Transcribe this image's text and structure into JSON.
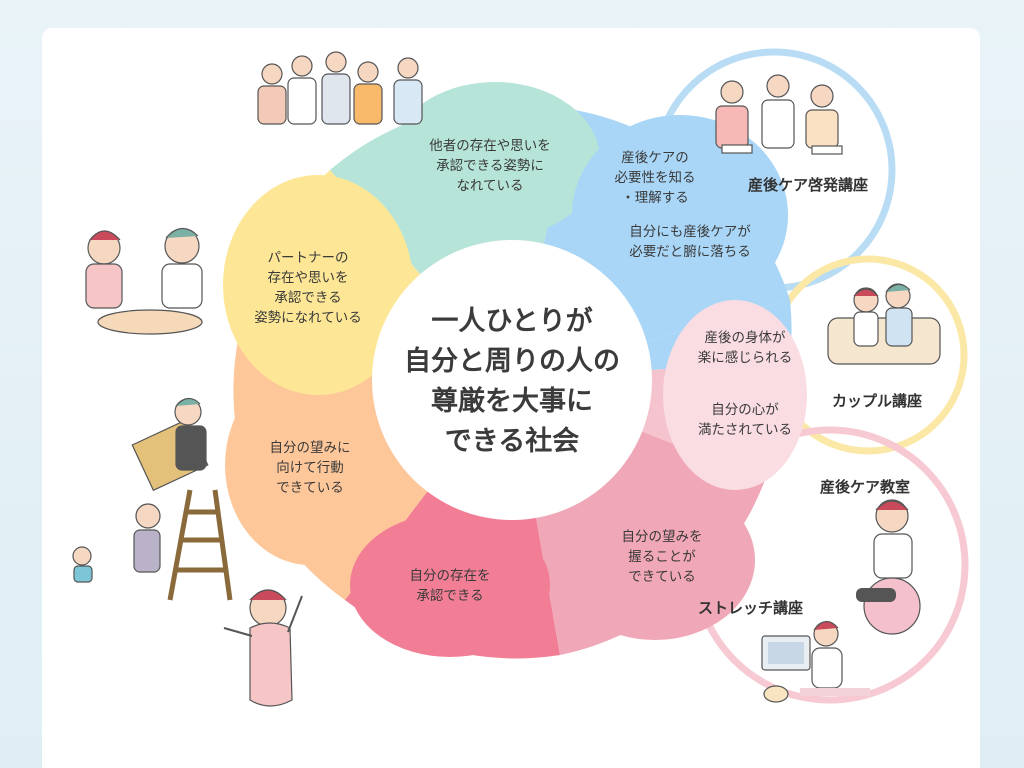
{
  "center": {
    "lines": [
      "一人ひとりが",
      "自分と周りの人の",
      "尊厳を大事に",
      "できる社会"
    ]
  },
  "segments": [
    {
      "id": "others",
      "color": "#b6e4d8",
      "lines": [
        "他者の存在や思いを",
        "承認できる姿勢に",
        "なれている"
      ]
    },
    {
      "id": "postpartum-knowledge",
      "color": "#a9d6f7",
      "lines": [
        "産後ケアの",
        "必要性を知る",
        "・理解する"
      ]
    },
    {
      "id": "self-acceptance",
      "color": "#a9d6f7",
      "lines": [
        "自分にも産後ケアが",
        "必要だと腑に落ちる"
      ]
    },
    {
      "id": "body",
      "color": "#f5c3cd",
      "lines": [
        "産後の身体が",
        "楽に感じられる"
      ]
    },
    {
      "id": "heart",
      "color": "#f5c3cd",
      "lines": [
        "自分の心が",
        "満たされている"
      ]
    },
    {
      "id": "grasp-wish",
      "color": "#f0a7b7",
      "lines": [
        "自分の望みを",
        "握ることが",
        "できている"
      ]
    },
    {
      "id": "self-existence",
      "color": "#f27e95",
      "lines": [
        "自分の存在を",
        "承認できる"
      ]
    },
    {
      "id": "act-wish",
      "color": "#fdc79a",
      "lines": [
        "自分の望みに",
        "向けて行動",
        "できている"
      ]
    },
    {
      "id": "partner",
      "color": "#fde796",
      "lines": [
        "パートナーの",
        "存在や思いを",
        "承認できる",
        "姿勢になれている"
      ]
    }
  ],
  "courses": [
    {
      "id": "awareness",
      "label": "産後ケア啓発講座",
      "ring_color": "#b9dcf5"
    },
    {
      "id": "couple",
      "label": "カップル講座",
      "ring_color": "#fbe8a6"
    },
    {
      "id": "class",
      "label": "産後ケア教室",
      "ring_color": "#f7c9d2"
    },
    {
      "id": "stretch",
      "label": "ストレッチ講座",
      "ring_color": "#f7c9d2"
    }
  ]
}
